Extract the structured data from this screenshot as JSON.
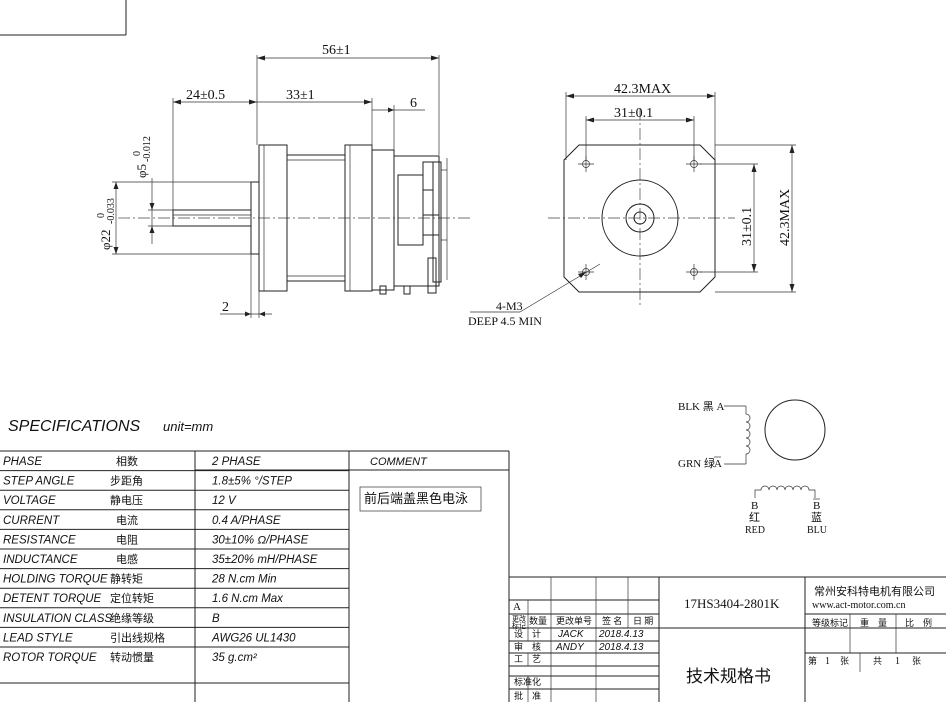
{
  "front_view": {
    "dim_total_length": "56±1",
    "dim_shaft_length": "24±0.5",
    "dim_body_length": "33±1",
    "dim_rear": "6",
    "dim_flange": "2",
    "dim_shaft_dia": "φ5",
    "dim_shaft_tol_upper": "0",
    "dim_shaft_tol_lower": "-0.012",
    "dim_boss_dia": "φ22",
    "dim_boss_tol_upper": "0",
    "dim_boss_tol_lower": "-0.033"
  },
  "end_view": {
    "dim_width_max": "42.3MAX",
    "dim_hole_spacing": "31±0.1",
    "dim_hole_spacing_vertical": "31±0.1",
    "dim_height_max": "42.3MAX",
    "hole_callout": "4-M3",
    "hole_depth": "DEEP 4.5 MIN"
  },
  "wiring": {
    "phase_a_top": "BLK 黑 A",
    "phase_a_bottom": "GRN 绿",
    "phase_a_bottom_letter": "A",
    "phase_b_left_letter": "B",
    "phase_b_left_cn": "红",
    "phase_b_left_en": "RED",
    "phase_b_right_letter": "B",
    "phase_b_right_cn": "蓝",
    "phase_b_right_en": "BLU"
  },
  "specs": {
    "heading": "SPECIFICATIONS",
    "unit": "unit=mm",
    "comment_header": "COMMENT",
    "comment_text": "前后端盖黑色电泳",
    "rows": [
      {
        "en": "PHASE",
        "cn": "相数",
        "value": "2  PHASE"
      },
      {
        "en": "STEP ANGLE",
        "cn": "步距角",
        "value": "1.8±5% °/STEP"
      },
      {
        "en": "VOLTAGE",
        "cn": "静电压",
        "value": "12 V"
      },
      {
        "en": "CURRENT",
        "cn": "电流",
        "value": "0.4 A/PHASE"
      },
      {
        "en": "RESISTANCE",
        "cn": "电阻",
        "value": "30±10%  Ω/PHASE"
      },
      {
        "en": "INDUCTANCE",
        "cn": "电感",
        "value": "35±20% mH/PHASE"
      },
      {
        "en": "HOLDING TORQUE",
        "cn": "静转矩",
        "value": "28 N.cm Min"
      },
      {
        "en": "DETENT TORQUE",
        "cn": "定位转矩",
        "value": "1.6 N.cm Max"
      },
      {
        "en": "INSULATION CLASS",
        "cn": "绝缘等级",
        "value": "B"
      },
      {
        "en": "LEAD STYLE",
        "cn": "引出线规格",
        "value": "AWG26 UL1430"
      },
      {
        "en": "ROTOR TORQUE",
        "cn": "转动惯量",
        "value": "35 g.cm²"
      }
    ]
  },
  "title_block": {
    "rev": "A",
    "col_mark": "更改\n标记",
    "col_qty": "数量",
    "col_docno": "更改单号",
    "col_sign": "签 名",
    "col_date": "日 期",
    "row_design": "设　计",
    "designer": "JACK",
    "design_date": "2018.4.13",
    "row_review": "审　核",
    "reviewer": "ANDY",
    "review_date": "2018.4.13",
    "row_process": "工　艺",
    "row_standard": "标准化",
    "row_approve": "批　准",
    "model": "17HS3404-2801K",
    "doc_title": "技术规格书",
    "company": "常州安科特电机有限公司",
    "website": "www.act-motor.com.cn",
    "grade_label": "等级标记",
    "weight_label": "重　量",
    "scale_label": "比　例",
    "sheet_label_a": "第",
    "sheet_no": "1",
    "sheet_label_b": "张",
    "total_label_a": "共",
    "total_no": "1",
    "total_label_b": "张"
  }
}
